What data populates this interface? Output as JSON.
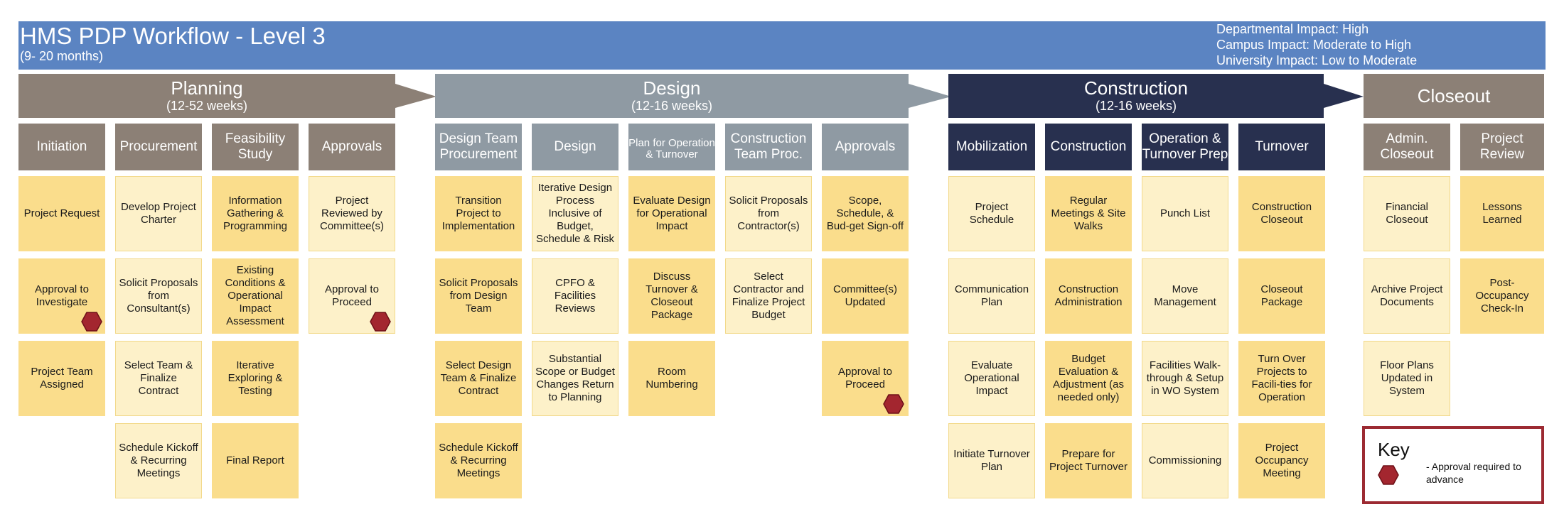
{
  "header": {
    "title": "HMS PDP Workflow - Level 3",
    "subtitle": "(9- 20 months)",
    "impacts": [
      "Departmental Impact: High",
      "Campus Impact: Moderate to High",
      "University Impact: Low to Moderate"
    ]
  },
  "colors": {
    "title_bar": "#5b84c2",
    "planning": "#8c8076",
    "design": "#8f9aa3",
    "construction": "#28304f",
    "closeout": "#8c8076",
    "task_dark": "#fadd8c",
    "task_light": "#fdf1c9",
    "approval_hex": "#a3262f"
  },
  "phases": {
    "planning": {
      "name": "Planning",
      "duration": "(12-52 weeks)"
    },
    "design": {
      "name": "Design",
      "duration": "(12-16 weeks)"
    },
    "construction": {
      "name": "Construction",
      "duration": "(12-16 weeks)"
    },
    "closeout": {
      "name": "Closeout",
      "duration": ""
    }
  },
  "columns": [
    {
      "heading": "Initiation",
      "tasks": [
        "Project Request",
        "Approval to Investigate",
        "Project Team Assigned"
      ]
    },
    {
      "heading": "Procurement",
      "tasks": [
        "Develop Project Charter",
        "Solicit Proposals from Consultant(s)",
        "Select Team & Finalize Contract",
        "Schedule Kickoff & Recurring Meetings"
      ]
    },
    {
      "heading": "Feasibility Study",
      "tasks": [
        "Information Gathering & Programming",
        "Existing Conditions & Operational Impact Assessment",
        "Iterative Exploring & Testing",
        "Final Report"
      ]
    },
    {
      "heading": "Approvals",
      "tasks": [
        "Project Reviewed by Committee(s)",
        "Approval to Proceed"
      ]
    },
    {
      "heading": "Design Team Procurement",
      "tasks": [
        "Transition Project to Implementation",
        "Solicit Proposals from Design Team",
        "Select Design Team & Finalize Contract",
        "Schedule Kickoff & Recurring Meetings"
      ]
    },
    {
      "heading": "Design",
      "tasks": [
        "Iterative Design Process Inclusive of Budget, Schedule & Risk",
        "CPFO & Facilities Reviews",
        "Substantial Scope or Budget Changes Return to Planning"
      ]
    },
    {
      "heading": "Plan for Operation & Turnover",
      "tasks": [
        "Evaluate Design for Operational Impact",
        "Discuss Turnover & Closeout Package",
        "Room Numbering"
      ]
    },
    {
      "heading": "Construction Team Proc.",
      "tasks": [
        "Solicit Proposals from Contractor(s)",
        "Select Contractor and Finalize Project Budget"
      ]
    },
    {
      "heading": "Approvals",
      "tasks": [
        "Scope, Schedule, & Bud-get Sign-off",
        "Committee(s) Updated",
        "Approval to Proceed"
      ]
    },
    {
      "heading": "Mobilization",
      "tasks": [
        "Project Schedule",
        "Communication Plan",
        "Evaluate Operational Impact",
        "Initiate Turnover Plan"
      ]
    },
    {
      "heading": "Construction",
      "tasks": [
        "Regular Meetings & Site Walks",
        "Construction Administration",
        "Budget Evaluation & Adjustment (as needed only)",
        "Prepare for Project Turnover"
      ]
    },
    {
      "heading": "Operation & Turnover Prep",
      "tasks": [
        "Punch List",
        "Move Management",
        "Facilities Walk-through & Setup in WO System",
        "Commissioning"
      ]
    },
    {
      "heading": "Turnover",
      "tasks": [
        "Construction Closeout",
        "Closeout Package",
        "Turn Over Projects to Facili-ties for Operation",
        "Project Occupancy Meeting"
      ]
    },
    {
      "heading": "Admin. Closeout",
      "tasks": [
        "Financial Closeout",
        "Archive Project Documents",
        "Floor Plans Updated in System"
      ]
    },
    {
      "heading": "Project Review",
      "tasks": [
        "Lessons Learned",
        "Post-Occupancy Check-In"
      ]
    }
  ],
  "key": {
    "title": "Key",
    "label": "-  Approval required to advance"
  }
}
